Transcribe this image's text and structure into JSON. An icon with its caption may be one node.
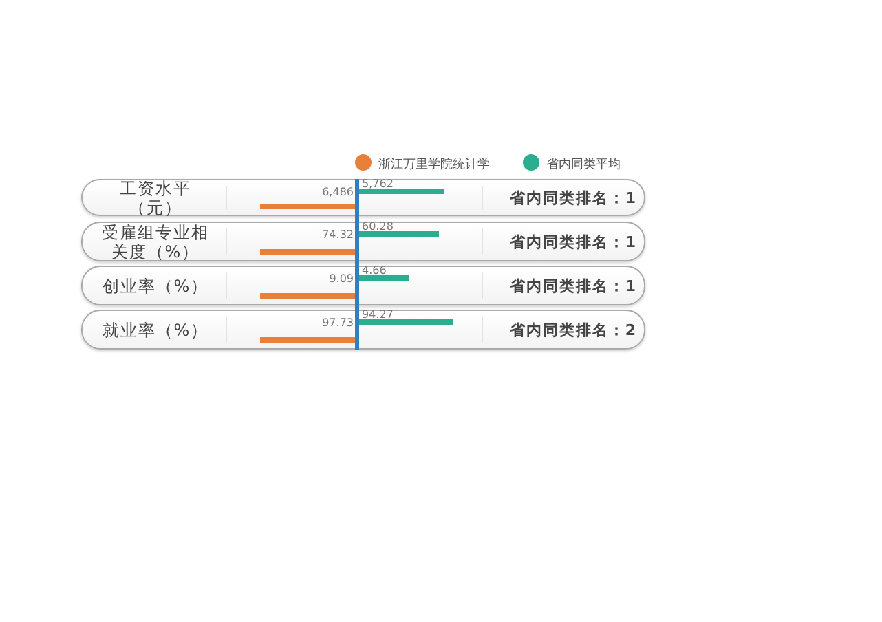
{
  "diagram": {
    "nodes": [
      {
        "text": [
          "工资水平（元）",
          "省内同类排名：1"
        ]
      },
      {
        "text": [
          "受雇组专业相关度（%）",
          "省内同类排名：1"
        ]
      },
      {
        "text": [
          "创业率（%）",
          "省内同类排名：1"
        ]
      },
      {
        "text": [
          "就业率（%）",
          "省内同类排名：2"
        ]
      }
    ],
    "labels": [
      "6,486",
      "5,762",
      "74.32",
      "60.28",
      "9.09",
      "4.66",
      "97.73",
      "94.27"
    ],
    "legend": [
      {
        "text": "浙江万里学院统计学",
        "color": "#e8803a"
      },
      {
        "text": "省内同类平均",
        "color": "#2bae8f"
      }
    ]
  }
}
